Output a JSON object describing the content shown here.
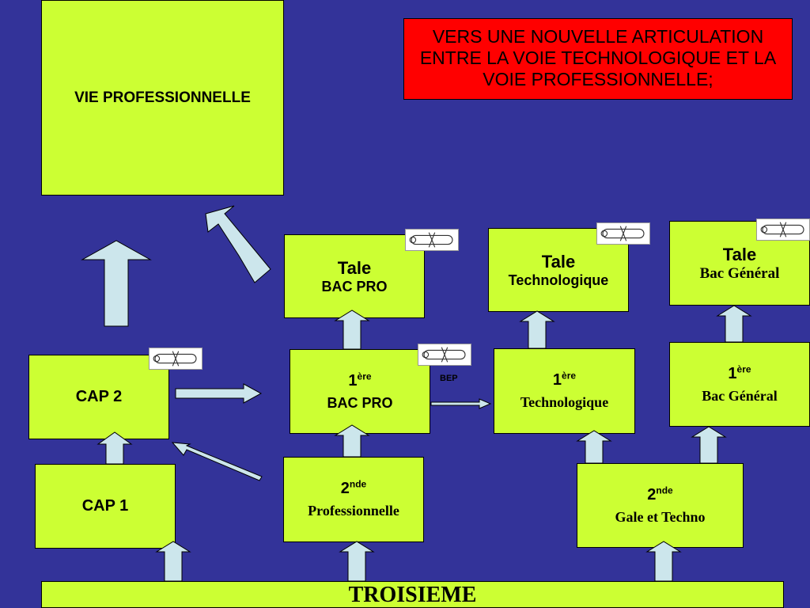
{
  "title": "VERS UNE NOUVELLE ARTICULATION ENTRE LA VOIE TECHNOLOGIQUE ET LA VOIE PROFESSIONNELLE;",
  "colors": {
    "background": "#333399",
    "box": "#ccff33",
    "title_box": "#ff0000",
    "arrow": "#cce6ec"
  },
  "nodes": {
    "vie_pro": {
      "label": "VIE PROFESSIONNELLE"
    },
    "cap2": {
      "label": "CAP 2"
    },
    "cap1": {
      "label": "CAP 1"
    },
    "tale_bacpro": {
      "line1": "Tale",
      "line2": "BAC PRO"
    },
    "premiere_bacpro": {
      "num": "1",
      "sup": "ère",
      "line2": "BAC PRO"
    },
    "seconde_pro": {
      "num": "2",
      "sup": "nde",
      "line2": "Professionnelle"
    },
    "tale_techno": {
      "line1": "Tale",
      "line2": "Technologique"
    },
    "premiere_techno": {
      "num": "1",
      "sup": "ère",
      "line2": "Technologique"
    },
    "tale_general": {
      "line1": "Tale",
      "line2": "Bac Général"
    },
    "premiere_general": {
      "num": "1",
      "sup": "ère",
      "line2": "Bac Général"
    },
    "seconde_gt": {
      "num": "2",
      "sup": "nde",
      "line2": "Gale et Techno"
    },
    "troisieme": {
      "label": "TROISIEME"
    }
  },
  "bep_label": "BEP",
  "icons": {
    "diploma": "diploma-scroll-icon"
  }
}
